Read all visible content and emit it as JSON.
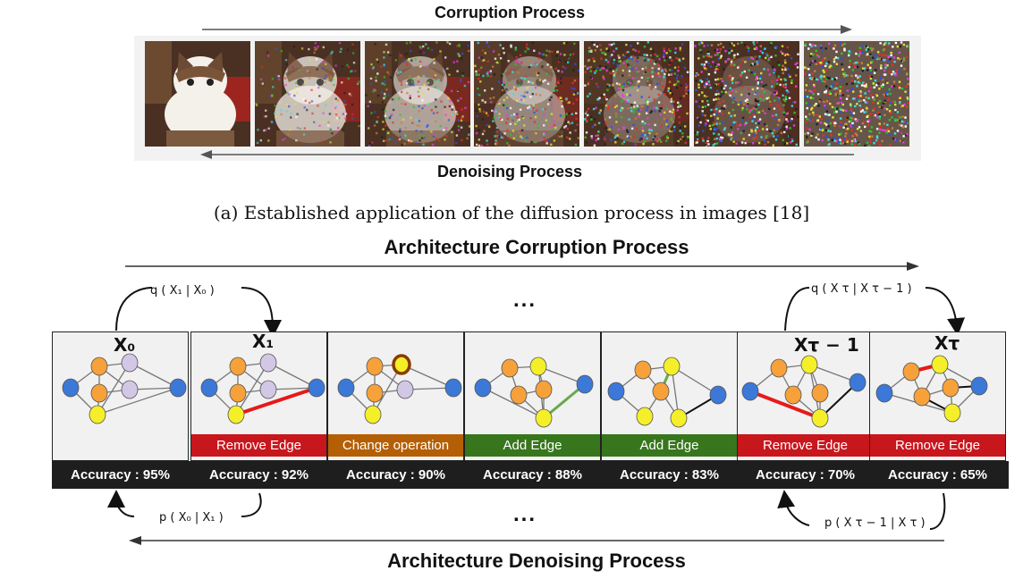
{
  "section_a": {
    "top_label": "Corruption Process",
    "bottom_label": "Denoising Process",
    "caption": "(a) Established application of the diffusion process in images [18]",
    "noise_levels": [
      0,
      0.25,
      0.4,
      0.55,
      0.7,
      0.82,
      1.0
    ]
  },
  "section_b": {
    "top_label": "Architecture Corruption Process",
    "bottom_label": "Architecture Denoising Process",
    "dots": "...",
    "forward_left": "q ( X₁ | X₀ )",
    "forward_right": "q ( X τ | X τ − 1 )",
    "reverse_left": "p ( X₀ | X₁ )",
    "reverse_right": "p ( X τ − 1 | X τ )",
    "panel_labels": [
      "X₀",
      "X₁",
      "Xτ − 1",
      "Xτ"
    ],
    "operations": [
      {
        "label": "",
        "color": ""
      },
      {
        "label": "Remove Edge",
        "color": "#c8161d"
      },
      {
        "label": "Change operation",
        "color": "#b45f06"
      },
      {
        "label": "Add Edge",
        "color": "#38761d"
      },
      {
        "label": "Add Edge",
        "color": "#38761d"
      },
      {
        "label": "Remove Edge",
        "color": "#c8161d"
      },
      {
        "label": "Remove Edge",
        "color": "#c8161d"
      }
    ],
    "accuracies": [
      "Accuracy : 95%",
      "Accuracy : 92%",
      "Accuracy : 90%",
      "Accuracy : 88%",
      "Accuracy : 83%",
      "Accuracy : 70%",
      "Accuracy : 65%"
    ]
  },
  "colors": {
    "node_blue": "#3c78d8",
    "node_orange": "#f6a13a",
    "node_purple": "#d3c7e6",
    "node_yellow": "#f5ef2a",
    "edge_red": "#e61a1a",
    "edge_green": "#6aa84f"
  }
}
